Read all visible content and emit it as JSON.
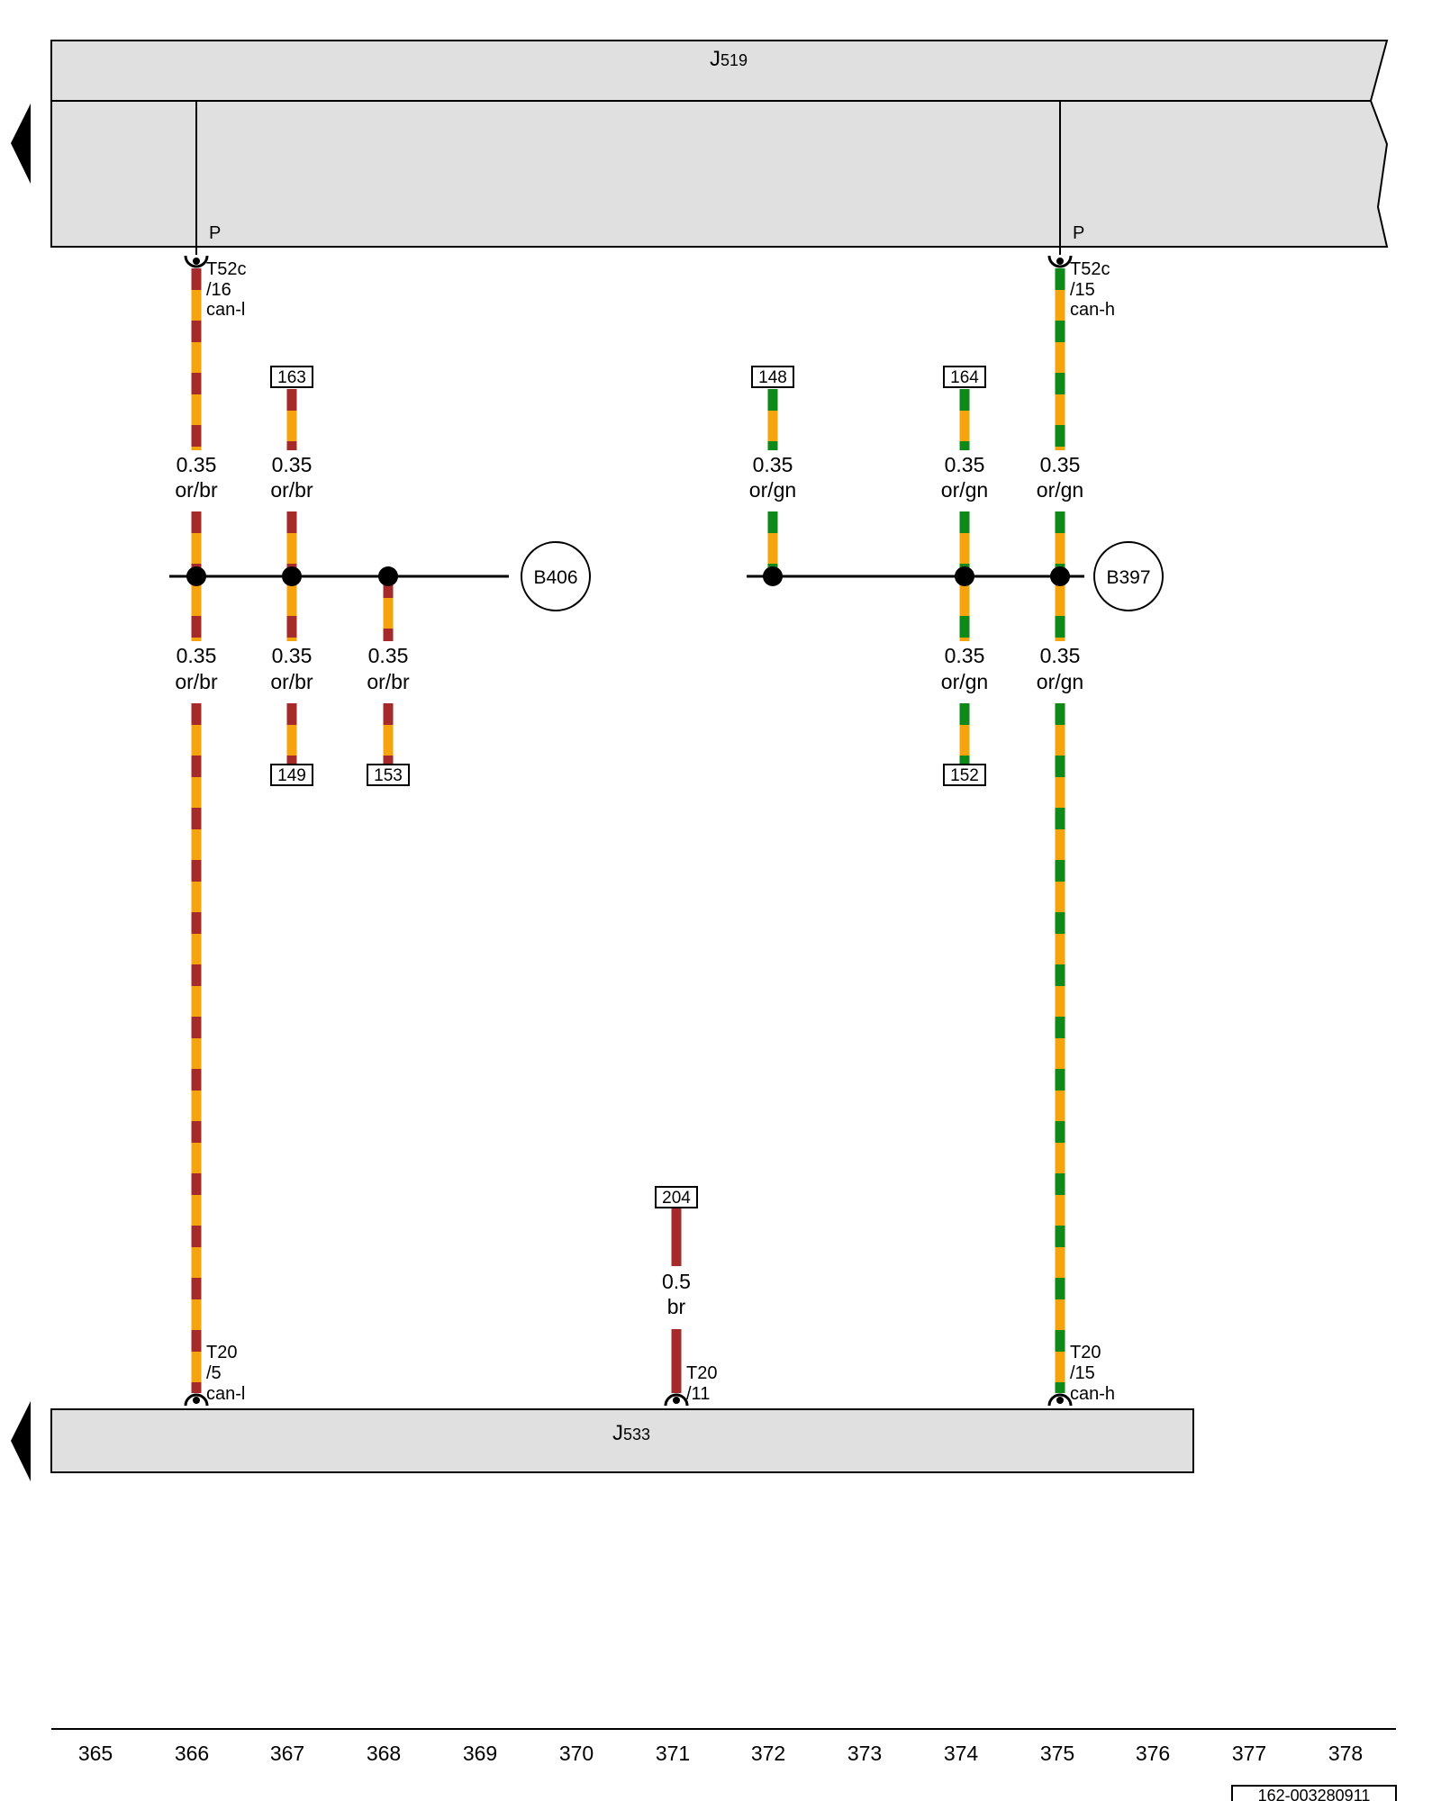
{
  "components": {
    "top": {
      "prefix": "J",
      "number": "519"
    },
    "bottom": {
      "prefix": "J",
      "number": "533"
    }
  },
  "connectors": [
    {
      "id": "t52c-16",
      "type": "P",
      "lines": [
        "T52c",
        "/16",
        "can-l"
      ]
    },
    {
      "id": "t52c-15",
      "type": "P",
      "lines": [
        "T52c",
        "/15",
        "can-h"
      ]
    },
    {
      "id": "t20-5",
      "lines": [
        "T20",
        "/5",
        "can-l"
      ]
    },
    {
      "id": "t20-11",
      "lines": [
        "T20",
        "/11"
      ]
    },
    {
      "id": "t20-15",
      "lines": [
        "T20",
        "/15",
        "can-h"
      ]
    }
  ],
  "wires": [
    {
      "id": "w366a",
      "size": "0.35",
      "color": "or/br",
      "colors": [
        "#f5a40e",
        "#a52a2a"
      ]
    },
    {
      "id": "w367a",
      "size": "0.35",
      "color": "or/br",
      "colors": [
        "#f5a40e",
        "#a52a2a"
      ]
    },
    {
      "id": "w372a",
      "size": "0.35",
      "color": "or/gn",
      "colors": [
        "#f5a40e",
        "#0f8a1a"
      ]
    },
    {
      "id": "w374a",
      "size": "0.35",
      "color": "or/gn",
      "colors": [
        "#f5a40e",
        "#0f8a1a"
      ]
    },
    {
      "id": "w375a",
      "size": "0.35",
      "color": "or/gn",
      "colors": [
        "#f5a40e",
        "#0f8a1a"
      ]
    },
    {
      "id": "w366b",
      "size": "0.35",
      "color": "or/br",
      "colors": [
        "#f5a40e",
        "#a52a2a"
      ]
    },
    {
      "id": "w367b",
      "size": "0.35",
      "color": "or/br",
      "colors": [
        "#f5a40e",
        "#a52a2a"
      ]
    },
    {
      "id": "w368b",
      "size": "0.35",
      "color": "or/br",
      "colors": [
        "#f5a40e",
        "#a52a2a"
      ]
    },
    {
      "id": "w374b",
      "size": "0.35",
      "color": "or/gn",
      "colors": [
        "#f5a40e",
        "#0f8a1a"
      ]
    },
    {
      "id": "w375b",
      "size": "0.35",
      "color": "or/gn",
      "colors": [
        "#f5a40e",
        "#0f8a1a"
      ]
    },
    {
      "id": "w371",
      "size": "0.5",
      "color": "br",
      "colors": [
        "#a52a2a"
      ]
    }
  ],
  "splices": [
    {
      "id": "b406",
      "label": "B406"
    },
    {
      "id": "b397",
      "label": "B397"
    }
  ],
  "references": [
    "163",
    "148",
    "164",
    "149",
    "153",
    "152",
    "204"
  ],
  "grid_numbers": [
    "365",
    "366",
    "367",
    "368",
    "369",
    "370",
    "371",
    "372",
    "373",
    "374",
    "375",
    "376",
    "377",
    "378"
  ],
  "document_id": "162-003280911"
}
